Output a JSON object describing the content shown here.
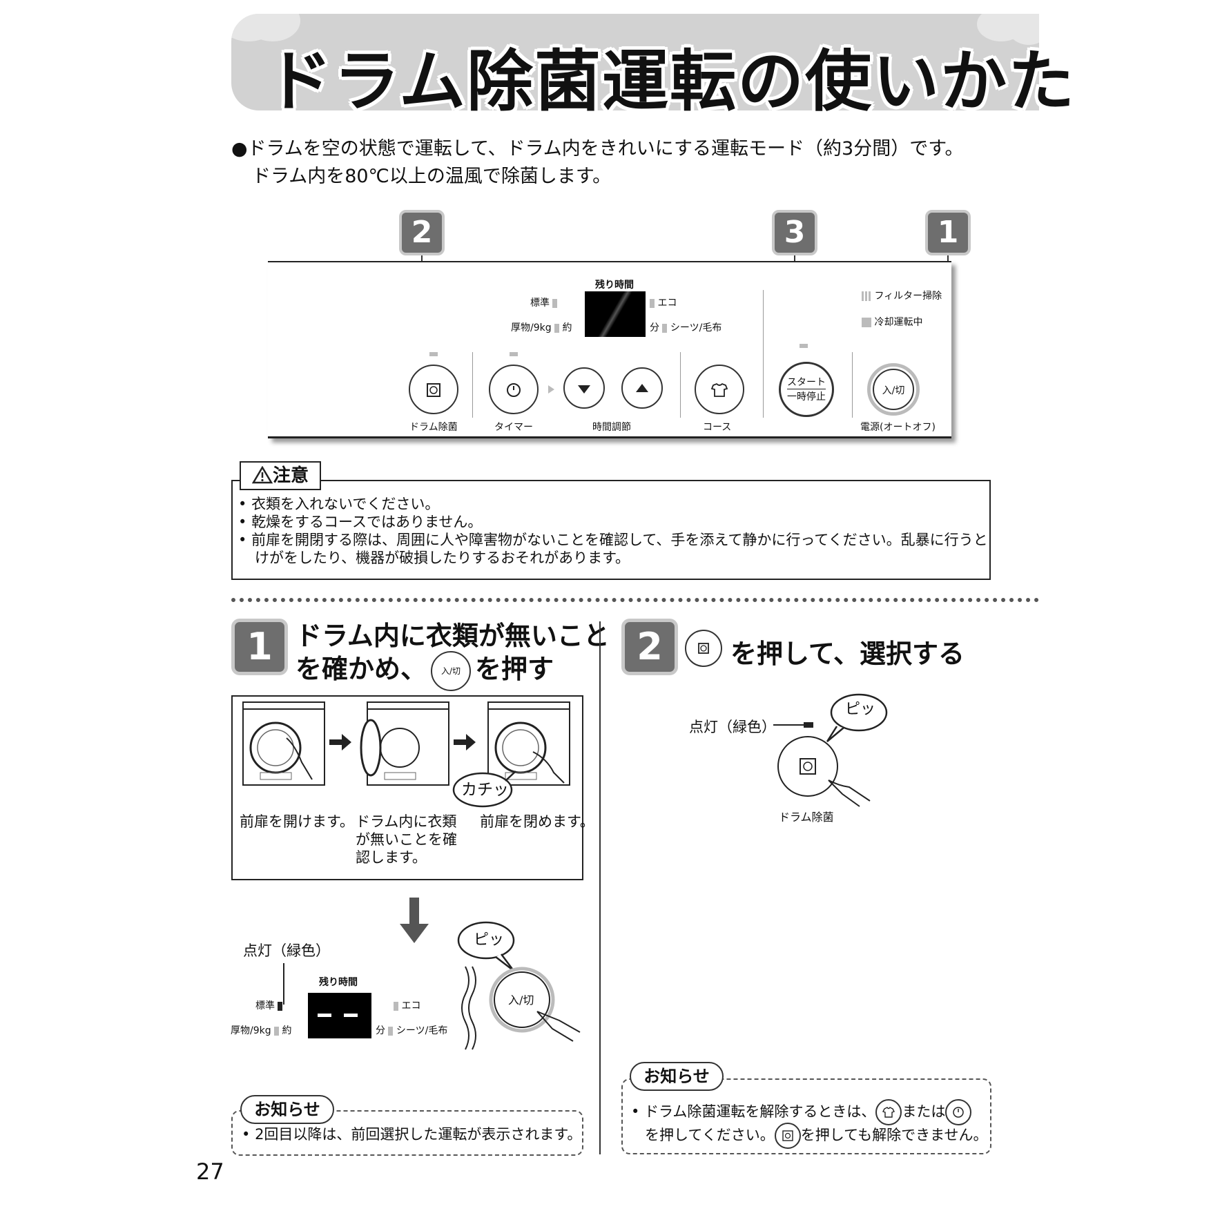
{
  "title": "ドラム除菌運転の使いかた",
  "intro": {
    "line1": "●ドラムを空の状態で運転して、ドラム内をきれいにする運転モード（約3分間）です。",
    "line2": "ドラム内を80℃以上の温風で除菌します。"
  },
  "panel": {
    "badges": [
      "2",
      "3",
      "1"
    ],
    "remaining_time": "残り時間",
    "standard": "標準",
    "thick": "厚物/9kg",
    "approx": "約",
    "minutes": "分",
    "eco": "エコ",
    "sheets": "シーツ/毛布",
    "filter": "フィルター掃除",
    "cooling": "冷却運転中",
    "buttons": {
      "drum": "ドラム除菌",
      "timer": "タイマー",
      "time_adjust": "時間調節",
      "course": "コース",
      "start_top": "スタート",
      "start_bottom": "一時停止",
      "power_btn": "入/切",
      "power": "電源(オートオフ)"
    }
  },
  "caution": {
    "tag": "注意",
    "items": [
      "衣類を入れないでください。",
      "乾燥をするコースではありません。",
      "前扉を開閉する際は、周囲に人や障害物がないことを確認して、手を添えて静かに行ってください。乱暴に行うと",
      "けがをしたり、機器が破損したりするおそれがあります。"
    ]
  },
  "step1": {
    "number": "1",
    "heading_line1": "ドラム内に衣類が無いこと",
    "heading_line2_a": "を確かめ、",
    "heading_btn": "入/切",
    "heading_line2_b": "を押す",
    "click_sound": "カチッ",
    "captions": [
      "前扉を開けます。",
      "ドラム内に衣類",
      "が無いことを確",
      "認します。",
      "前扉を閉めます。"
    ],
    "lit": "点灯（緑色）",
    "remaining_time": "残り時間",
    "standard": "標準",
    "thick": "厚物/9kg",
    "approx": "約",
    "minutes": "分",
    "eco": "エコ",
    "sheets": "シーツ/毛布",
    "beep": "ピッ",
    "power_btn": "入/切"
  },
  "step2": {
    "number": "2",
    "heading": "を押して、選択する",
    "lit": "点灯（緑色）",
    "beep": "ピッ",
    "button_label": "ドラム除菌"
  },
  "notice_left": {
    "tag": "お知らせ",
    "text": "2回目以降は、前回選択した運転が表示されます。"
  },
  "notice_right": {
    "tag": "お知らせ",
    "line1_a": "ドラム除菌運転を解除するときは、",
    "line1_b": "または",
    "line2_a": "を押してください。",
    "line2_b": "を押しても解除できません。"
  },
  "page_number": "27"
}
